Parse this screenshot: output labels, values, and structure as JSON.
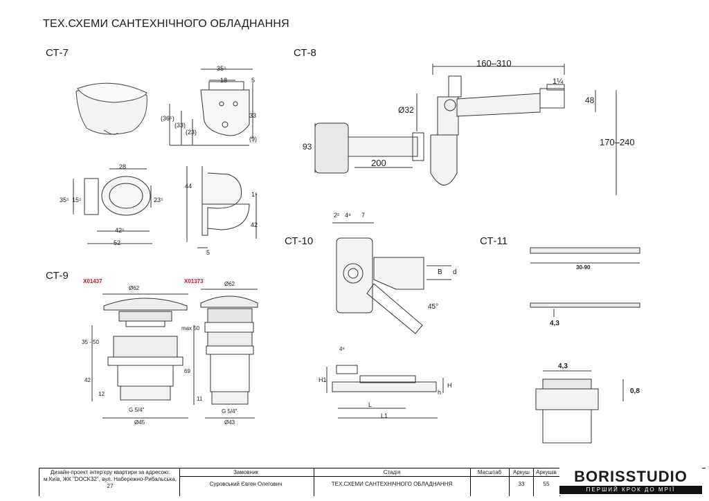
{
  "page_title": "ТЕХ.СХЕМИ САНТЕХНІЧНОГО ОБЛАДНАННЯ",
  "sections": {
    "ct7": {
      "label": "СТ-7",
      "dims": [
        "35⁵",
        "18",
        "5",
        "(36⁵)",
        "(33)",
        "(23)",
        "33",
        "(9)",
        "28",
        "35⁵",
        "15⁵",
        "23⁵",
        "42⁵",
        "52",
        "44",
        "1⁵",
        "42",
        "5"
      ]
    },
    "ct8": {
      "label": "СТ-8",
      "dims": [
        "160–310",
        "1¼",
        "48",
        "Ø32",
        "93",
        "200",
        "170–240"
      ]
    },
    "ct9": {
      "label": "СТ-9",
      "left_code": "X01437",
      "right_code": "X01373",
      "left_dims": [
        "Ø62",
        "35 - 50",
        "42",
        "12",
        "G 5/4\"",
        "Ø45"
      ],
      "right_dims": [
        "Ø62",
        "max 50",
        "69",
        "11",
        "G 5/4\"",
        "Ø43"
      ]
    },
    "ct10": {
      "label": "СТ-10",
      "dims": [
        "2²",
        "4⁸",
        "7",
        "B",
        "d",
        "45°",
        "4⁸",
        "H1",
        "H",
        "h",
        "L",
        "L1"
      ]
    },
    "ct11": {
      "label": "СТ-11",
      "dims": [
        "30-90",
        "4,3",
        "4,3",
        "0,8"
      ]
    }
  },
  "title_block": {
    "project": "Дизайн-проект інтер'єру квартири за адресою: м.Київ, ЖК \"DOCK32\", вул. Набережно-Рибальська, 27",
    "customer_label": "Замовник",
    "customer_value": "Суровський Євген Олегович",
    "stage_label": "Стадія",
    "stage_value": "ТЕХ.СХЕМИ САНТЕХНІЧНОГО ОБЛАДНАННЯ",
    "scale_label": "Масштаб",
    "sheet_label": "Аркуш",
    "sheet_value": "33",
    "sheets_label": "Аркушів",
    "sheets_value": "55"
  },
  "brand": {
    "name": "BORISSTUDIO",
    "tagline": "ПЕРШИЙ КРОК ДО МРІЇ"
  }
}
